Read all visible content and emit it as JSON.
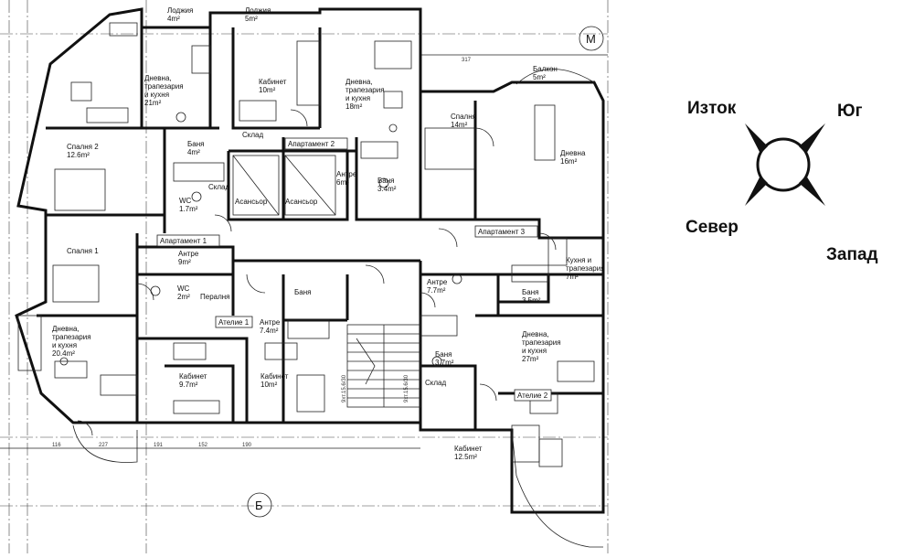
{
  "axis_markers": [
    "M",
    "Б"
  ],
  "dimensions": [
    "317",
    "116",
    "227",
    "191",
    "152",
    "190"
  ],
  "stair_labels": [
    "9хт.15.6/30",
    "9хт.15.6/30"
  ],
  "rooms": [
    {
      "id": "loggia-1",
      "name": "Лоджия",
      "area": "4m²"
    },
    {
      "id": "loggia-2",
      "name": "Лоджия",
      "area": "5m²"
    },
    {
      "id": "living-a2",
      "lines": [
        "Дневна,",
        "трапезария",
        "и кухня"
      ],
      "area": "21m²"
    },
    {
      "id": "study-a2",
      "name": "Кабинет",
      "area": "10m²"
    },
    {
      "id": "living-a2b",
      "lines": [
        "Дневна,",
        "трапезария",
        "и кухня"
      ],
      "area": "18m²"
    },
    {
      "id": "balcony",
      "name": "Балкон",
      "area": "5m²"
    },
    {
      "id": "bedroom2",
      "name": "Спалня 2",
      "area": "12.6m²"
    },
    {
      "id": "bath-a",
      "name": "Баня",
      "area": "4m²"
    },
    {
      "id": "storage-a",
      "name": "Склад",
      "area": ""
    },
    {
      "id": "bedroom-14",
      "name": "Спалня",
      "area": "14m²"
    },
    {
      "id": "living-16",
      "name": "Дневна",
      "area": "16m²"
    },
    {
      "id": "antre-6",
      "name": "Антре",
      "area": "6m²"
    },
    {
      "id": "bath-b",
      "name": "Баня",
      "area": "3.4m²"
    },
    {
      "id": "storage-b",
      "name": "Склад",
      "area": ""
    },
    {
      "id": "elevator-1",
      "name": "Асансьор",
      "area": ""
    },
    {
      "id": "elevator-2",
      "name": "Асансьор",
      "area": ""
    },
    {
      "id": "wc-a",
      "name": "WC",
      "area": "1.7m²"
    },
    {
      "id": "bedroom1",
      "name": "Спалня 1",
      "area": ""
    },
    {
      "id": "antre-9",
      "name": "Антре",
      "area": "9m²"
    },
    {
      "id": "kitchen-7",
      "lines": [
        "Кухня и",
        "трапезария"
      ],
      "area": "7m²"
    },
    {
      "id": "wc-b",
      "name": "WC",
      "area": "2m²"
    },
    {
      "id": "laundry",
      "name": "Пералня",
      "area": ""
    },
    {
      "id": "bath-c",
      "name": "Баня",
      "area": ""
    },
    {
      "id": "antre-77",
      "name": "Антре",
      "area": "7.7m²"
    },
    {
      "id": "bath-35",
      "name": "Баня",
      "area": "3.5m²"
    },
    {
      "id": "living-204",
      "lines": [
        "Дневна,",
        "трапезария",
        "и кухня"
      ],
      "area": "20.4m²"
    },
    {
      "id": "antre-74",
      "name": "Антре",
      "area": "7.4m²"
    },
    {
      "id": "living-27",
      "lines": [
        "Дневна,",
        "трапезария",
        "и кухня"
      ],
      "area": "27m²"
    },
    {
      "id": "bath-37",
      "name": "Баня",
      "area": "3.7m²"
    },
    {
      "id": "storage-c",
      "name": "Склад",
      "area": ""
    },
    {
      "id": "study-97",
      "name": "Кабинет",
      "area": "9.7m²"
    },
    {
      "id": "study-10b",
      "name": "Кабинет",
      "area": "10m²"
    },
    {
      "id": "study-125",
      "name": "Кабинет",
      "area": "12.5m²"
    }
  ],
  "unit_labels": [
    "Апартамент 2",
    "Апартамент 1",
    "Апартамент 3",
    "Ателие 1",
    "Ателие 2"
  ],
  "compass": {
    "east": "Изток",
    "south": "Юг",
    "north": "Север",
    "west": "Запад"
  }
}
